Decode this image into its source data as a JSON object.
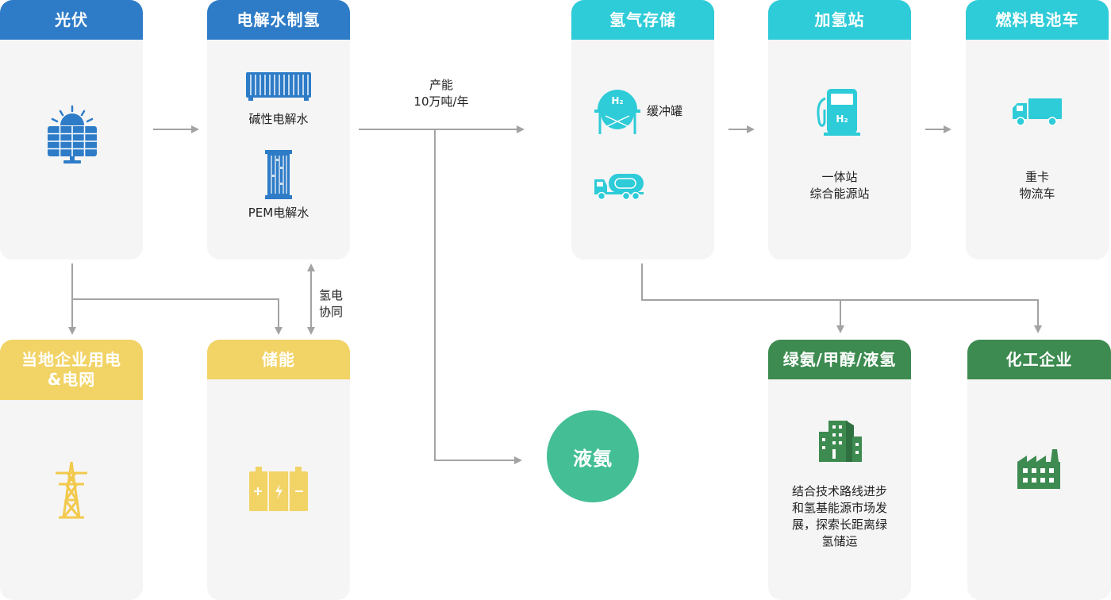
{
  "nodes": {
    "pv": {
      "title": "光伏"
    },
    "electrolysis": {
      "title": "电解水制氢",
      "items": [
        "碱性电解水",
        "PEM电解水"
      ]
    },
    "storage": {
      "title": "氢气存储",
      "buffer_label": "缓冲罐"
    },
    "station": {
      "title": "加氢站",
      "lines": [
        "一体站",
        "综合能源站"
      ]
    },
    "fcv": {
      "title": "燃料电池车",
      "lines": [
        "重卡",
        "物流车"
      ]
    },
    "local": {
      "title_lines": [
        "当地企业用电",
        "&电网"
      ]
    },
    "energy_storage": {
      "title": "储能"
    },
    "green": {
      "title": "绿氨/甲醇/液氢",
      "lines": [
        "结合技术路线进步",
        "和氢基能源市场发",
        "展，探索长距离绿",
        "氢储运"
      ]
    },
    "chem": {
      "title": "化工企业"
    }
  },
  "labels": {
    "capacity": [
      "产能",
      "10万吨/年"
    ],
    "synergy": [
      "氢电",
      "协同"
    ],
    "ammonia": "液氨",
    "h2_symbol": "H2"
  },
  "icons": {
    "pv": "solar-panel-icon",
    "alkaline": "alkaline-electrolyzer-icon",
    "pem": "pem-electrolyzer-icon",
    "buffer": "hydrogen-tank-icon",
    "truck_tank": "tank-truck-icon",
    "station": "hydrogen-pump-icon",
    "fcv": "truck-icon",
    "local": "power-tower-icon",
    "energy_storage": "battery-icon",
    "green": "building-icon",
    "chem": "factory-icon"
  },
  "colors": {
    "blue": "#2e7cc7",
    "cyan": "#2ecbd8",
    "yellow": "#f2d366",
    "green": "#3d8b50",
    "teal": "#43be95",
    "arrow": "#a3a3a3"
  }
}
